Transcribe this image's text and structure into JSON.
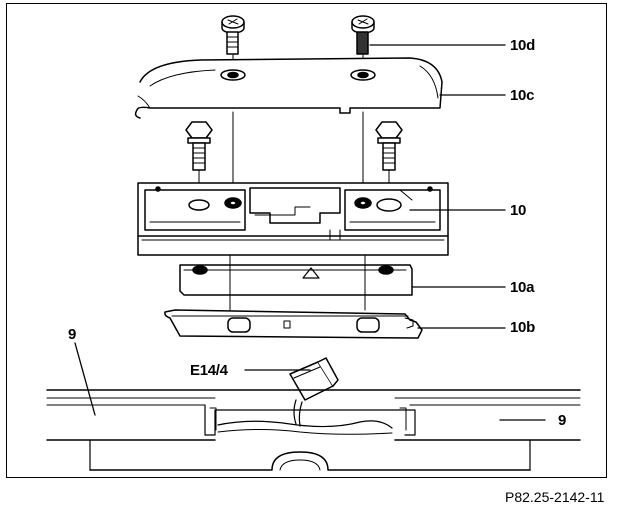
{
  "labels": {
    "l10d": "10d",
    "l10c": "10c",
    "l10": "10",
    "l10a": "10a",
    "l10b": "10b",
    "l9_left": "9",
    "l9_right": "9",
    "lE14": "E14/4"
  },
  "figure_id": "P82.25-2142-11",
  "colors": {
    "ink": "#000000",
    "paper": "#ffffff",
    "shade": "#d9d9d9"
  }
}
